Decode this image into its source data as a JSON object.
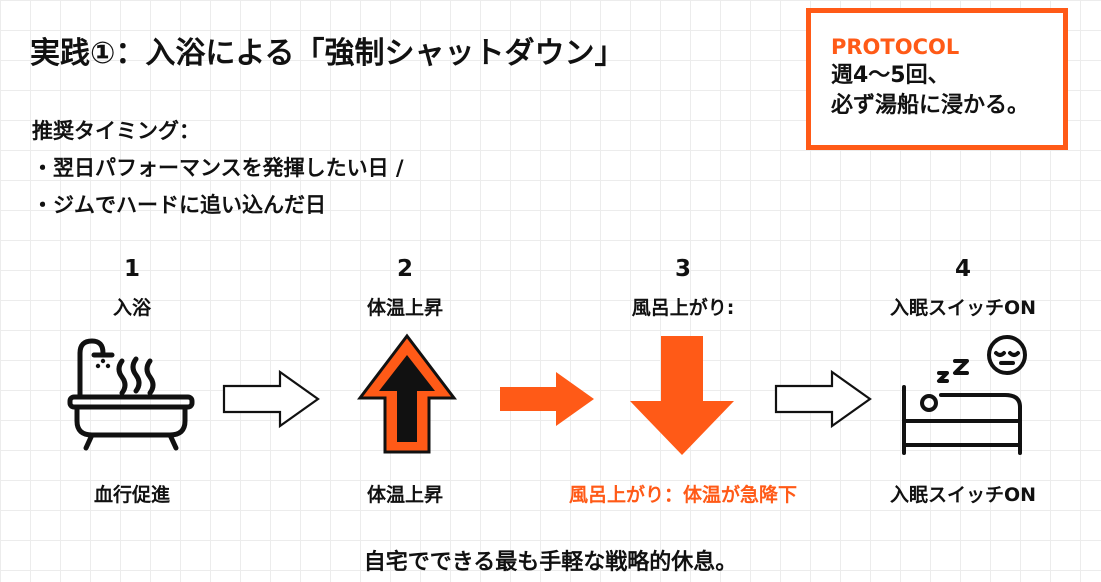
{
  "title": "実践①：入浴による「強制シャットダウン」",
  "protocol": {
    "label": "PROTOCOL",
    "line1": "週4〜5回、",
    "line2": "必ず湯船に浸かる。"
  },
  "timing": {
    "heading": "推奨タイミング：",
    "items": [
      "・翌日パフォーマンスを発揮したい日 /",
      "・ジムでハードに追い込んだ日"
    ]
  },
  "steps": [
    {
      "number": "1",
      "label": "入浴",
      "caption": "血行促進",
      "icon": "bathtub-icon"
    },
    {
      "number": "2",
      "label": "体温上昇",
      "caption": "体温上昇",
      "icon": "arrow-up-icon"
    },
    {
      "number": "3",
      "label": "風呂上がり:",
      "caption": "風呂上がり：体温が急降下",
      "icon": "arrow-down-icon"
    },
    {
      "number": "4",
      "label": "入眠スイッチON",
      "caption": "入眠スイッチON",
      "icon": "sleeping-bed-icon"
    }
  ],
  "connectors": [
    "arrow-right-outline-icon",
    "arrow-right-orange-icon",
    "arrow-right-outline-icon"
  ],
  "colors": {
    "accent": "#ff5a17",
    "text": "#111111",
    "grid": "#ececec"
  },
  "footer": "自宅でできる最も手軽な戦略的休息。"
}
